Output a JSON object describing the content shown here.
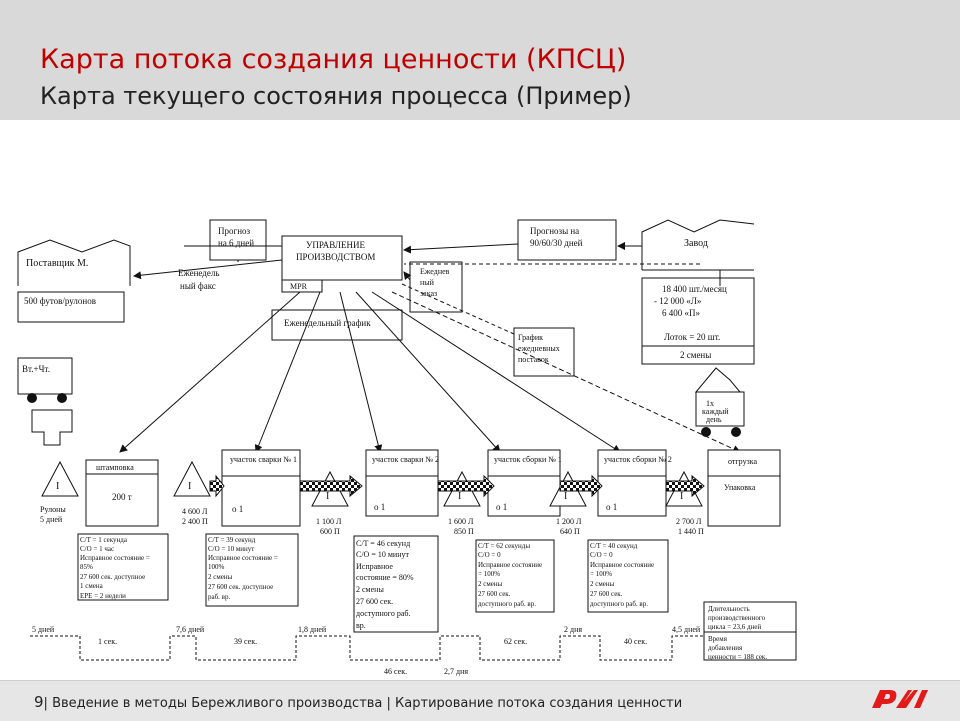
{
  "header": {
    "title": "Карта потока создания ценности (КПСЦ)",
    "subtitle": "Карта текущего состояния процесса (Пример)"
  },
  "diagram": {
    "supplier": "Поставщик М.",
    "supplier_qty": "500 футов/рулонов",
    "supplier_truck": "Вт.+Чт.",
    "forecast_small": [
      "Прогноз",
      "на 6 дней"
    ],
    "weekly_fax": [
      "Еженедель",
      "ный факс"
    ],
    "control": [
      "УПРАВЛЕНИЕ",
      "ПРОИЗВОДСТВОМ"
    ],
    "mrp": "MPR",
    "weekly_schedule": "Еженедельный график",
    "daily_order": [
      "Ежеднев",
      "ный",
      "заказ"
    ],
    "forecasts_big": [
      "Прогнозы на",
      "90/60/30 дней"
    ],
    "factory": "Завод",
    "customer_data": [
      "18 400 шт./месяц",
      "- 12 000 «Л»",
      "6 400 «П»",
      "Лоток = 20 шт.",
      "2 смены"
    ],
    "daily_shipping": [
      "График",
      "ежедневных",
      "поставок"
    ],
    "daily_delivery": [
      "1х",
      "каждый",
      "день"
    ],
    "inv_main": [
      "Рулоны",
      "5 дней"
    ],
    "inv_marks": [
      "I",
      "I",
      "I",
      "I",
      "I",
      "I"
    ],
    "processes": [
      {
        "name": "штамповка",
        "operators": "200 т"
      },
      {
        "name": "участок сварки № 1",
        "operators": "о 1"
      },
      {
        "name": "участок сварки № 2",
        "operators": "о 1"
      },
      {
        "name": "участок сборки № 1",
        "operators": "о 1"
      },
      {
        "name": "участок сборки № 2",
        "operators": "о 1"
      },
      {
        "name": "отгрузка",
        "operators": "Упаковка"
      }
    ],
    "inventories": [
      [
        "4 600 Л",
        "2 400 П"
      ],
      [
        "1 100 Л",
        "600 П"
      ],
      [
        "1 600 Л",
        "850 П"
      ],
      [
        "1 200 Л",
        "640 П"
      ],
      [
        "2 700 Л",
        "1 440 П"
      ]
    ],
    "data_boxes": [
      [
        "C/T = 1 секунда",
        "C/O = 1 час",
        "Исправное состояние =",
        "85%",
        "27 600 сек. доступное",
        "1 смена",
        "EPE = 2 недели"
      ],
      [
        "C/T = 39 секунд",
        "C/O = 10 минут",
        "Исправное состояние =",
        "100%",
        "2 смены",
        "27 600 сек. доступное",
        "раб. вр."
      ],
      [
        "C/T = 46 секунд",
        "C/O = 10 минут",
        "Исправное",
        "состояние = 80%",
        "2 смены",
        "27 600 сек.",
        "доступного раб.",
        "вр."
      ],
      [
        "C/T = 62 секунды",
        "C/O = 0",
        "Исправное состояние",
        "= 100%",
        "2 смены",
        "27 600 сек.",
        "доступного раб. вр."
      ],
      [
        "C/T = 40 секунд",
        "C/O = 0",
        "Исправное состояние",
        "= 100%",
        "2 смены",
        "27 600 сек.",
        "доступного раб. вр."
      ]
    ],
    "timeline_days": [
      "5 дней",
      "7,6 дней",
      "1,8 дней",
      "2,7 дня",
      "2 дня",
      "4,5 дней"
    ],
    "timeline_secs": [
      "1 сек.",
      "39 сек.",
      "46 сек.",
      "62 сек.",
      "40 сек."
    ],
    "lead_time": [
      "Длительность",
      "производственного",
      "цикла = 23,6 дней",
      "Время",
      "добавления",
      "ценности = 188 сек."
    ]
  },
  "footer": {
    "page": "9",
    "text": "Введение в методы Бережливого производства | Картирование потока создания ценности"
  },
  "colors": {
    "accent": "#c00000",
    "logo": "#e21a1a"
  }
}
